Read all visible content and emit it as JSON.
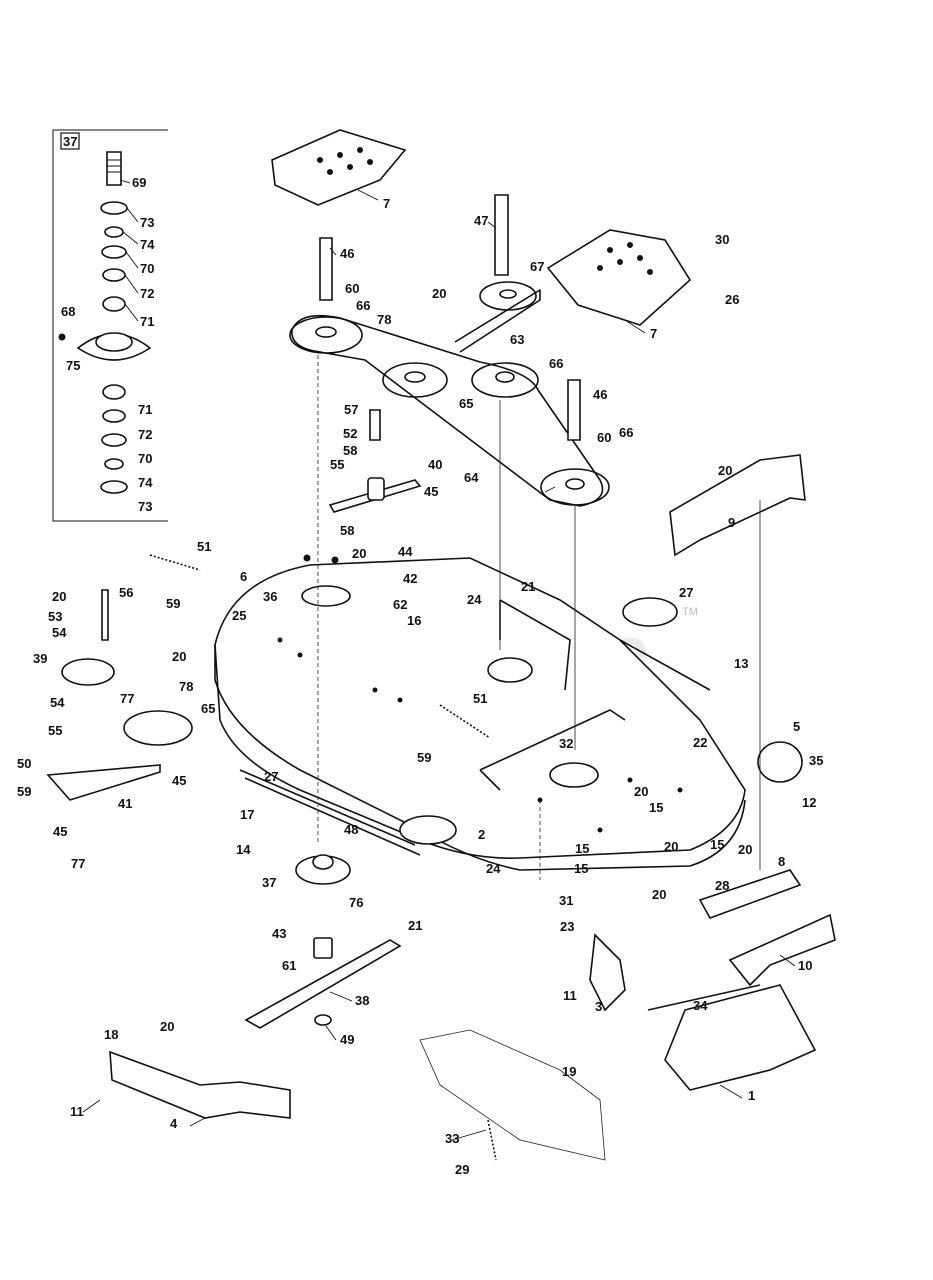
{
  "watermark": "PartsTree",
  "watermark_mark": "TM",
  "inset": {
    "tag": "37",
    "callouts": [
      "69",
      "73",
      "74",
      "70",
      "72",
      "71",
      "68",
      "75",
      "71",
      "72",
      "70",
      "74",
      "73"
    ]
  },
  "callouts": [
    "7",
    "7",
    "47",
    "46",
    "30",
    "26",
    "67",
    "60",
    "20",
    "78",
    "66",
    "63",
    "66",
    "65",
    "46",
    "60",
    "64",
    "66",
    "57",
    "52",
    "58",
    "55",
    "40",
    "45",
    "58",
    "20",
    "9",
    "44",
    "20",
    "42",
    "51",
    "6",
    "36",
    "59",
    "25",
    "62",
    "16",
    "24",
    "21",
    "27",
    "13",
    "20",
    "56",
    "53",
    "54",
    "39",
    "20",
    "78",
    "54",
    "77",
    "65",
    "55",
    "51",
    "32",
    "22",
    "5",
    "35",
    "50",
    "41",
    "45",
    "59",
    "45",
    "59",
    "27",
    "17",
    "20",
    "15",
    "12",
    "48",
    "2",
    "14",
    "15",
    "20",
    "77",
    "15",
    "20",
    "24",
    "15",
    "20",
    "37",
    "76",
    "31",
    "28",
    "8",
    "43",
    "21",
    "23",
    "10",
    "61",
    "11",
    "3",
    "34",
    "38",
    "18",
    "20",
    "49",
    "19",
    "11",
    "4",
    "33",
    "29",
    "1"
  ],
  "colors": {
    "line": "#111111",
    "background": "#ffffff",
    "watermark": "#d9d9d9"
  }
}
